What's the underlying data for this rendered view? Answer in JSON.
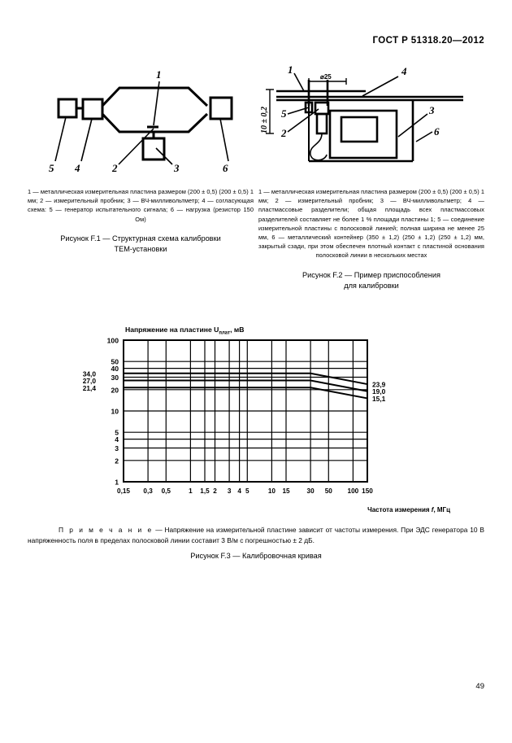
{
  "header": {
    "standard": "ГОСТ Р 51318.20—2012"
  },
  "page_number": "49",
  "figure_f1": {
    "diagram_labels": [
      "1",
      "2",
      "3",
      "4",
      "5",
      "6"
    ],
    "legend": "1 — металлическая измерительная пластина размером (200 ± 0,5) (200 ± 0,5) 1 мм; 2 — измерительный пробник; 3 — ВЧ-милливольтметр; 4 — согласующая схема: 5 — генератор испытательного сигнала; 6 — нагрузка (резистор 150 Ом)",
    "caption_line1": "Рисунок F.1 — Структурная схема калибровки",
    "caption_line2": "ТЕМ-установки"
  },
  "figure_f2": {
    "diagram_labels": [
      "1",
      "2",
      "3",
      "4",
      "5",
      "6"
    ],
    "dimension_vertical": "10 ± 0,2",
    "dimension_diameter": "⌀25",
    "legend": "1 — металлическая измерительная пластина размером (200 ± 0,5) (200 ± 0,5) 1 мм; 2 — измерительный пробник; 3 — ВЧ-милливольтметр; 4 — пластмассовые разделители; общая площадь всех пластмассовых разделителей составляет не более 1 % площади пластины 1; 5 — соединение измерительной пластины с полосковой линией; полная ширина не менее 25 мм, 6 — металлический контейнер (350 ± 1,2) (250 ± 1,2) (250 ± 1,2) мм, закрытый сзади, при этом обеспечен плотный контакт с пластиной основания полосковой линии в нескольких местах",
    "caption_line1": "Рисунок F.2 — Пример приспособления",
    "caption_line2": "для калибровки"
  },
  "chart_data": {
    "type": "line",
    "title": "Напряжение на пластине U",
    "title_sub": "плат",
    "title_unit": ", мВ",
    "xlabel": "Частота измерения f, МГц",
    "ylabel": "",
    "xscale": "log",
    "yscale": "log",
    "xlim": [
      0.15,
      150
    ],
    "ylim": [
      1,
      100
    ],
    "xticks": [
      "0,15",
      "0,3",
      "0,5",
      "1",
      "1,5",
      "2",
      "3",
      "4",
      "5",
      "10",
      "15",
      "30",
      "50",
      "100",
      "150"
    ],
    "xtick_values": [
      0.15,
      0.3,
      0.5,
      1,
      1.5,
      2,
      3,
      4,
      5,
      10,
      15,
      30,
      50,
      100,
      150
    ],
    "yticks": [
      "1",
      "2",
      "3",
      "4",
      "5",
      "10",
      "20",
      "30",
      "40",
      "50",
      "100"
    ],
    "ytick_values": [
      1,
      2,
      3,
      4,
      5,
      10,
      20,
      30,
      40,
      50,
      100
    ],
    "grid": true,
    "left_labels": [
      "34,0",
      "27,0",
      "21,4"
    ],
    "right_labels": [
      "23,9",
      "19,0",
      "15,1"
    ],
    "series": [
      {
        "name": "34,0",
        "start_value": 34.0,
        "end_value": 23.9,
        "x": [
          0.15,
          30,
          150
        ],
        "values": [
          34.0,
          34.0,
          23.9
        ]
      },
      {
        "name": "27,0",
        "start_value": 27.0,
        "end_value": 19.0,
        "x": [
          0.15,
          30,
          150
        ],
        "values": [
          27.0,
          27.0,
          19.0
        ]
      },
      {
        "name": "21,4",
        "start_value": 21.4,
        "end_value": 15.1,
        "x": [
          0.15,
          30,
          150
        ],
        "values": [
          21.4,
          21.4,
          15.1
        ]
      }
    ]
  },
  "note": {
    "label": "П р и м е ч а н и е",
    "dash": " — ",
    "text": "Напряжение на измерительной пластине зависит  от частоты измерения. При ЭДС генератора 10 В напряженность поля в пределах полосковой линии составит 3 В/м с погрешностью ± 2 дБ."
  },
  "figure_f3": {
    "caption": "Рисунок F.3 — Калибровочная кривая"
  }
}
